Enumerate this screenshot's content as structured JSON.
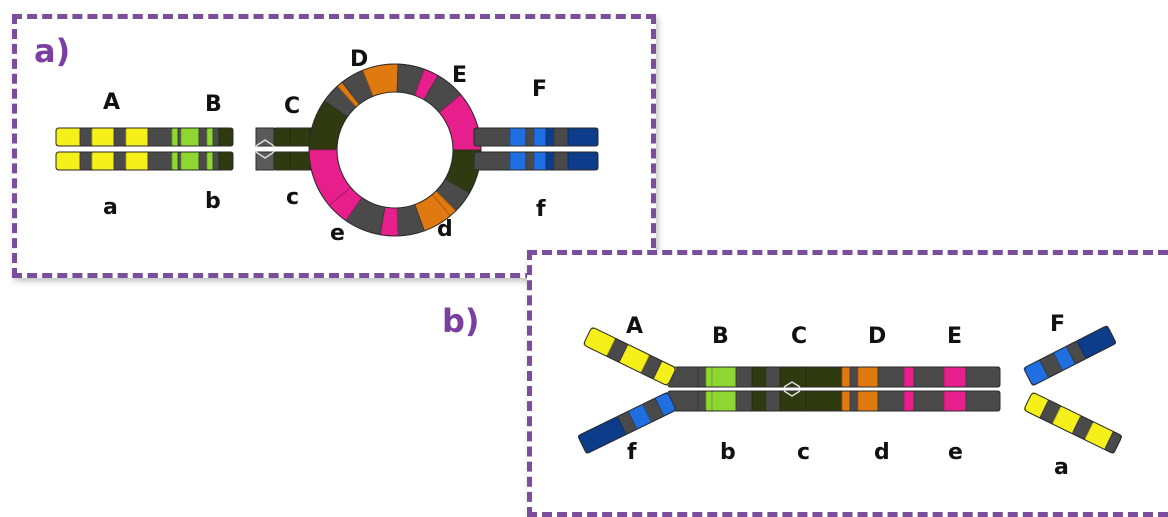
{
  "panels": {
    "a": {
      "label": "a)"
    },
    "b": {
      "label": "b)"
    }
  },
  "loci": {
    "a_top": [
      "A",
      "B",
      "C",
      "D",
      "E",
      "F"
    ],
    "a_bottom": [
      "a",
      "b",
      "c",
      "e",
      "d",
      "f"
    ],
    "b_top": [
      "A",
      "B",
      "C",
      "D",
      "E",
      "F"
    ],
    "b_bottom": [
      "f",
      "b",
      "c",
      "d",
      "e",
      "a"
    ]
  },
  "colors": {
    "frame": "#7a4e9a",
    "label": "#7a3fa0",
    "yellow": "#f5ef1a",
    "green": "#8fd632",
    "dark_olive": "#2f3a10",
    "orange": "#e07a10",
    "magenta": "#e61f8c",
    "blue": "#1f6fe0",
    "navy": "#0d3d8a",
    "gray": "#4a4a4a"
  }
}
